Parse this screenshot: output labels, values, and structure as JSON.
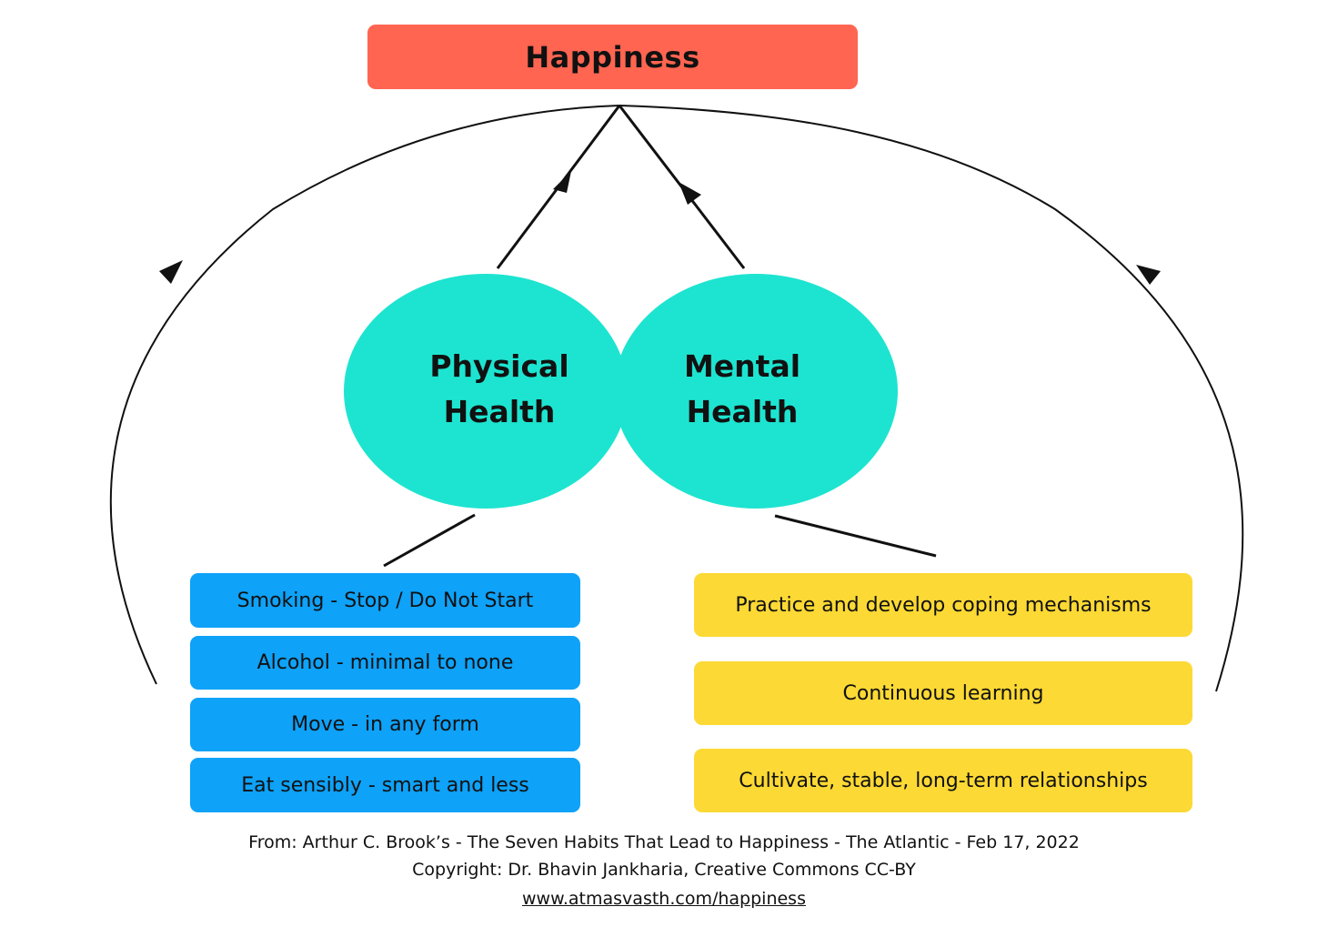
{
  "colors": {
    "title_bg": "#FF6551",
    "health_bg": "#1DE4D0",
    "physical_box_bg": "#0EA2F8",
    "mental_box_bg": "#FCD934",
    "line": "#111111"
  },
  "title": "Happiness",
  "health": {
    "physical": {
      "line1": "Physical",
      "line2": "Health"
    },
    "mental": {
      "line1": "Mental",
      "line2": "Health"
    }
  },
  "physical_habits": [
    "Smoking - Stop / Do Not Start",
    "Alcohol - minimal to none",
    "Move - in any form",
    "Eat sensibly - smart and less"
  ],
  "mental_habits": [
    "Practice and develop coping mechanisms",
    "Continuous learning",
    "Cultivate, stable, long-term relationships"
  ],
  "footer": {
    "source": "From: Arthur C. Brook’s - The Seven Habits That Lead to Happiness - The Atlantic - Feb 17, 2022",
    "copyright": "Copyright: Dr. Bhavin Jankharia, Creative Commons CC-BY",
    "url": "www.atmasvasth.com/happiness"
  }
}
